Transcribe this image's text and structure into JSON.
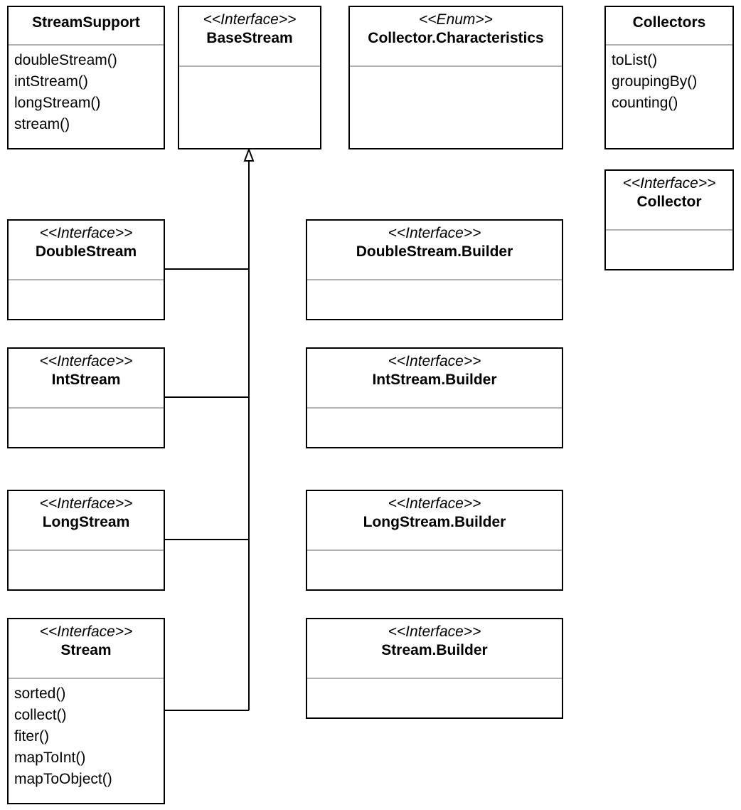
{
  "classes": {
    "stream_support": {
      "name": "StreamSupport",
      "methods": [
        "doubleStream()",
        "intStream()",
        "longStream()",
        "stream()"
      ]
    },
    "base_stream": {
      "stereotype": "<<Interface>>",
      "name": "BaseStream"
    },
    "collector_characteristics": {
      "stereotype": "<<Enum>>",
      "name": "Collector.Characteristics"
    },
    "collectors": {
      "name": "Collectors",
      "methods": [
        "toList()",
        "groupingBy()",
        "counting()"
      ]
    },
    "collector": {
      "stereotype": "<<Interface>>",
      "name": "Collector"
    },
    "double_stream": {
      "stereotype": "<<Interface>>",
      "name": "DoubleStream"
    },
    "double_stream_builder": {
      "stereotype": "<<Interface>>",
      "name": "DoubleStream.Builder"
    },
    "int_stream": {
      "stereotype": "<<Interface>>",
      "name": "IntStream"
    },
    "int_stream_builder": {
      "stereotype": "<<Interface>>",
      "name": "IntStream.Builder"
    },
    "long_stream": {
      "stereotype": "<<Interface>>",
      "name": "LongStream"
    },
    "long_stream_builder": {
      "stereotype": "<<Interface>>",
      "name": "LongStream.Builder"
    },
    "stream": {
      "stereotype": "<<Interface>>",
      "name": "Stream",
      "methods": [
        "sorted()",
        "collect()",
        "fiter()",
        "mapToInt()",
        "mapToObject()"
      ]
    },
    "stream_builder": {
      "stereotype": "<<Interface>>",
      "name": "Stream.Builder"
    }
  },
  "colors": {
    "border": "#000000",
    "compartment_divider": "#b3b3b3",
    "background": "#ffffff"
  }
}
